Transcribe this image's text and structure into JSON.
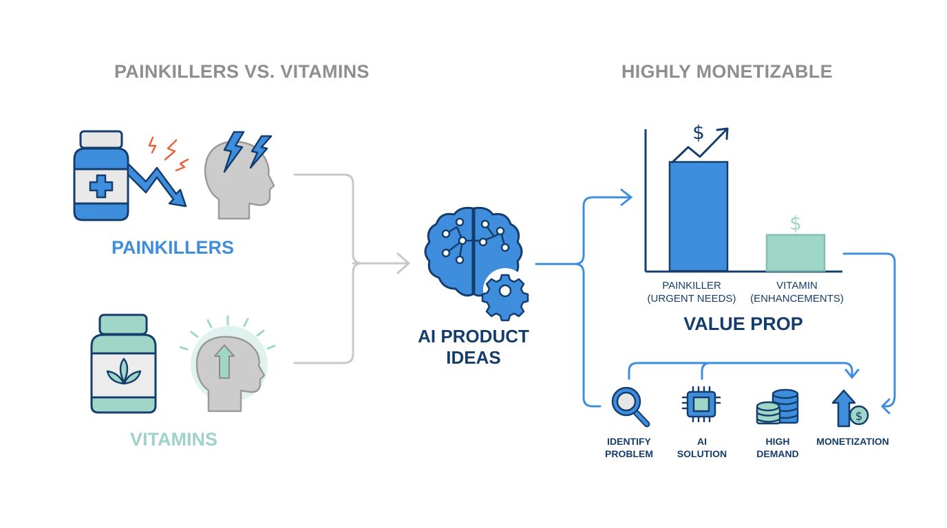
{
  "left": {
    "title": "PAINKILLERS VS. VITAMINS",
    "painkillers_label": "PAINKILLERS",
    "vitamins_label": "VITAMINS",
    "icons": [
      "medicine-bottle-cross-icon",
      "pain-zigzag-arrow-icon",
      "pain-spark-icon",
      "head-lightning-icon",
      "vitamin-bottle-leaf-icon",
      "head-growth-arrow-icon"
    ]
  },
  "center": {
    "label": "AI PRODUCT IDEAS",
    "label_line1": "AI PRODUCT",
    "label_line2": "IDEAS",
    "icon": "ai-brain-gear-icon"
  },
  "right": {
    "title": "HIGHLY MONETIZABLE",
    "chart_title": "VALUE PROP",
    "steps": [
      {
        "line1": "IDENTIFY",
        "line2": "PROBLEM",
        "icon": "magnifier-icon"
      },
      {
        "line1": "AI",
        "line2": "SOLUTION",
        "icon": "chip-icon"
      },
      {
        "line1": "HIGH",
        "line2": "DEMAND",
        "icon": "coin-stacks-icon"
      },
      {
        "line1": "MONETIZATION",
        "line2": "",
        "icon": "arrow-up-dollar-icon"
      }
    ]
  },
  "colors": {
    "painkiller_blue": "#3f8ede",
    "navy": "#143d6b",
    "vitamin_teal": "#9fd6c8",
    "vitamin_text": "#9fd1c6",
    "head_gray": "#cccccc",
    "connector_gray": "#c8c8c8",
    "pain_orange": "#e8613a",
    "title_gray": "#8e8e8e"
  },
  "chart_data": {
    "type": "bar",
    "title": "VALUE PROP",
    "categories": [
      "PAINKILLER (URGENT NEEDS)",
      "VITAMIN (ENHANCEMENTS)"
    ],
    "category_lines": [
      [
        "PAINKILLER",
        "(URGENT NEEDS)"
      ],
      [
        "VITAMIN",
        "(ENHANCEMENTS)"
      ]
    ],
    "values": [
      100,
      33
    ],
    "value_note": "relative bar heights; no numeric axis shown",
    "annotations": [
      "$ with rising trend arrow above Painkiller bar",
      "$ above Vitamin bar"
    ],
    "xlabel": "",
    "ylabel": "",
    "ylim": [
      0,
      130
    ],
    "grid": false,
    "legend": "none"
  }
}
